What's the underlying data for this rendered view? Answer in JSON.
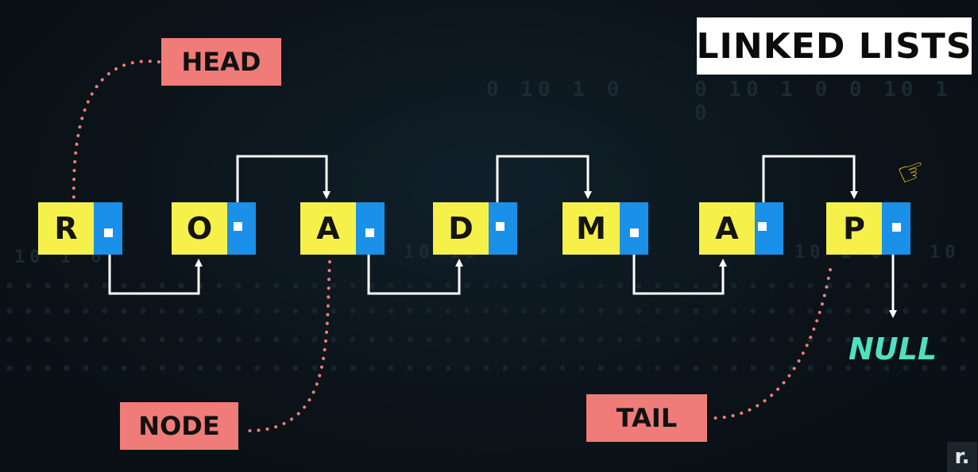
{
  "title": "LINKED LISTS",
  "nodes": [
    {
      "letter": "R"
    },
    {
      "letter": "O"
    },
    {
      "letter": "A"
    },
    {
      "letter": "D"
    },
    {
      "letter": "M"
    },
    {
      "letter": "A"
    },
    {
      "letter": "P"
    }
  ],
  "labels": {
    "head": "HEAD",
    "node": "NODE",
    "tail": "TAIL",
    "null": "NULL"
  },
  "background_binary": [
    "0 10 1 0",
    "0 10 1 0 0 10 1 0",
    "10 1 0",
    "10 10",
    "10 1 0",
    "10"
  ],
  "colors": {
    "node_data": "#f6f04a",
    "node_pointer": "#1a90e8",
    "tag": "#ef7c78",
    "null_text": "#4fe0c0",
    "arrow": "#ffffff",
    "dotted_line": "#ef7c78"
  },
  "corner_logo": "r."
}
